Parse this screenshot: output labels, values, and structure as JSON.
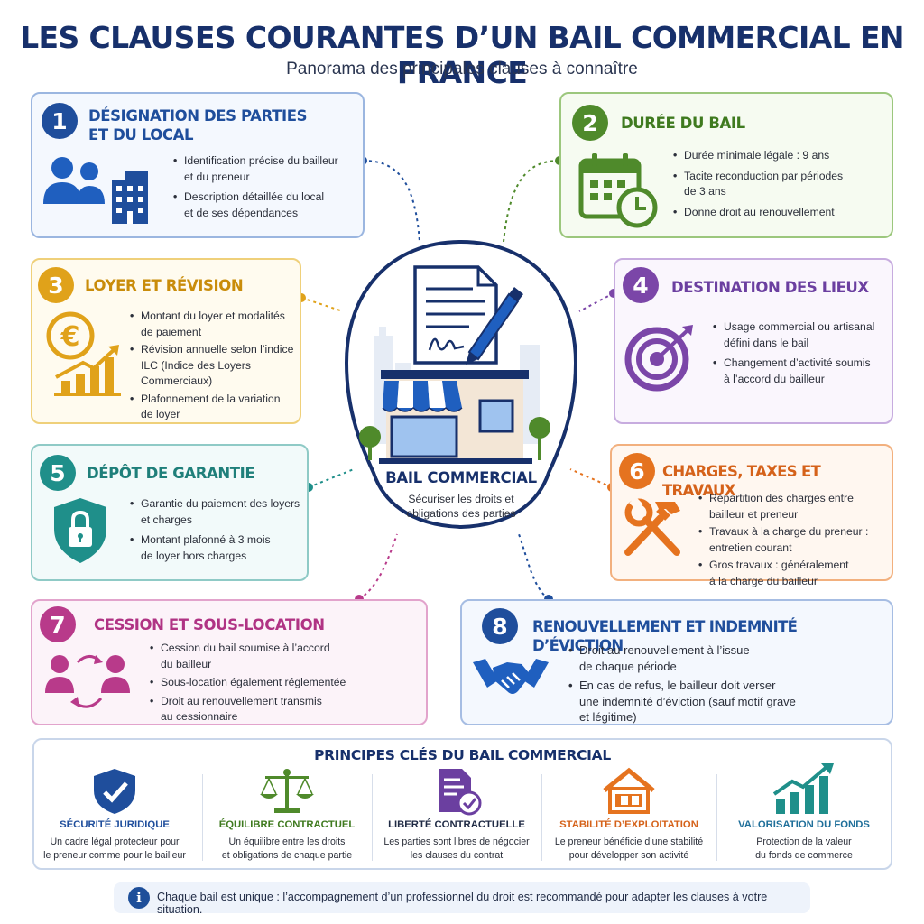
{
  "header": {
    "title": "LES CLAUSES COURANTES D’UN BAIL COMMERCIAL EN FRANCE",
    "subtitle": "Panorama des principales clauses à connaître"
  },
  "center": {
    "title": "BAIL COMMERCIAL",
    "line1": "Sécuriser les droits et",
    "line2": "obligations des parties"
  },
  "cards": [
    {
      "num": "1",
      "title1": "DÉSIGNATION DES PARTIES",
      "title2": "ET DU LOCAL",
      "color": "#1f4e9c",
      "icon": "people-building-icon",
      "bullets": [
        {
          "l1": "Identification précise du bailleur",
          "l2": "et du preneur"
        },
        {
          "l1": "Description détaillée du local",
          "l2": "et de ses dépendances"
        }
      ]
    },
    {
      "num": "2",
      "title1": "DURÉE DU BAIL",
      "color": "#4f8a2b",
      "icon": "calendar-clock-icon",
      "bullets": [
        {
          "l1": "Durée minimale légale : 9 ans"
        },
        {
          "l1": "Tacite reconduction par périodes",
          "l2": "de 3 ans"
        },
        {
          "l1": "Donne droit au renouvellement"
        }
      ]
    },
    {
      "num": "3",
      "title1": "LOYER ET RÉVISION",
      "color": "#e0a21a",
      "icon": "euro-growth-icon",
      "bullets": [
        {
          "l1": "Montant du loyer et modalités",
          "l2": "de paiement"
        },
        {
          "l1": "Révision annuelle selon l’indice",
          "l2": "ILC (Indice des Loyers",
          "l3": "Commerciaux)"
        },
        {
          "l1": "Plafonnement de la variation",
          "l2": "de loyer"
        }
      ]
    },
    {
      "num": "4",
      "title1": "DESTINATION DES LIEUX",
      "color": "#7b46a8",
      "icon": "target-icon",
      "bullets": [
        {
          "l1": "Usage commercial ou artisanal",
          "l2": "défini dans le bail"
        },
        {
          "l1": "Changement d’activité soumis",
          "l2": "à l’accord du bailleur"
        }
      ]
    },
    {
      "num": "5",
      "title1": "DÉPÔT DE GARANTIE",
      "color": "#1f8f8a",
      "icon": "shield-lock-icon",
      "bullets": [
        {
          "l1": "Garantie du paiement des loyers",
          "l2": "et charges"
        },
        {
          "l1": "Montant plafonné à 3 mois",
          "l2": "de loyer hors charges"
        }
      ]
    },
    {
      "num": "6",
      "title1": "CHARGES, TAXES ET TRAVAUX",
      "color": "#e5731f",
      "icon": "tools-icon",
      "bullets": [
        {
          "l1": "Répartition des charges entre",
          "l2": "bailleur et preneur"
        },
        {
          "l1": "Travaux à la charge du preneur :",
          "l2": "entretien courant"
        },
        {
          "l1": "Gros travaux : généralement",
          "l2": "à la charge du bailleur"
        }
      ]
    },
    {
      "num": "7",
      "title1": "CESSION ET SOUS-LOCATION",
      "color": "#b83a8a",
      "icon": "transfer-people-icon",
      "bullets": [
        {
          "l1": "Cession du bail soumise à l’accord",
          "l2": "du bailleur"
        },
        {
          "l1": "Sous-location également réglementée"
        },
        {
          "l1": "Droit au renouvellement transmis",
          "l2": "au cessionnaire"
        }
      ]
    },
    {
      "num": "8",
      "title1": "RENOUVELLEMENT ET INDEMNITÉ D’ÉVICTION",
      "color": "#1f4e9c",
      "icon": "handshake-icon",
      "bullets": [
        {
          "l1": "Droit au renouvellement à l’issue",
          "l2": "de chaque période"
        },
        {
          "l1": "En cas de refus, le bailleur doit verser",
          "l2": "une indemnité d’éviction (sauf motif grave",
          "l3": "et légitime)"
        }
      ]
    }
  ],
  "principles": {
    "title": "PRINCIPES CLÉS DU BAIL COMMERCIAL",
    "items": [
      {
        "title": "SÉCURITÉ JURIDIQUE",
        "l1": "Un cadre légal protecteur pour",
        "l2": "le preneur comme pour le bailleur",
        "color": "#1f4e9c",
        "icon": "shield-check-icon"
      },
      {
        "title": "ÉQUILIBRE CONTRACTUEL",
        "l1": "Un équilibre entre les droits",
        "l2": "et obligations de chaque partie",
        "color": "#4f8a2b",
        "icon": "scales-icon"
      },
      {
        "title": "LIBERTÉ CONTRACTUELLE",
        "l1": "Les parties sont libres de négocier",
        "l2": "les clauses du contrat",
        "color": "#6b3fa0",
        "icon": "document-check-icon"
      },
      {
        "title": "STABILITÉ D’EXPLOITATION",
        "l1": "Le preneur bénéficie d’une stabilité",
        "l2": "pour développer son activité",
        "color": "#e5731f",
        "icon": "house-icon"
      },
      {
        "title": "VALORISATION DU FONDS",
        "l1": "Protection de la valeur",
        "l2": "du fonds de commerce",
        "color": "#1f8f8a",
        "icon": "growth-chart-icon"
      }
    ]
  },
  "note": {
    "text": "Chaque bail est unique : l’accompagnement d’un professionnel du droit est recommandé pour adapter les clauses à votre situation."
  }
}
